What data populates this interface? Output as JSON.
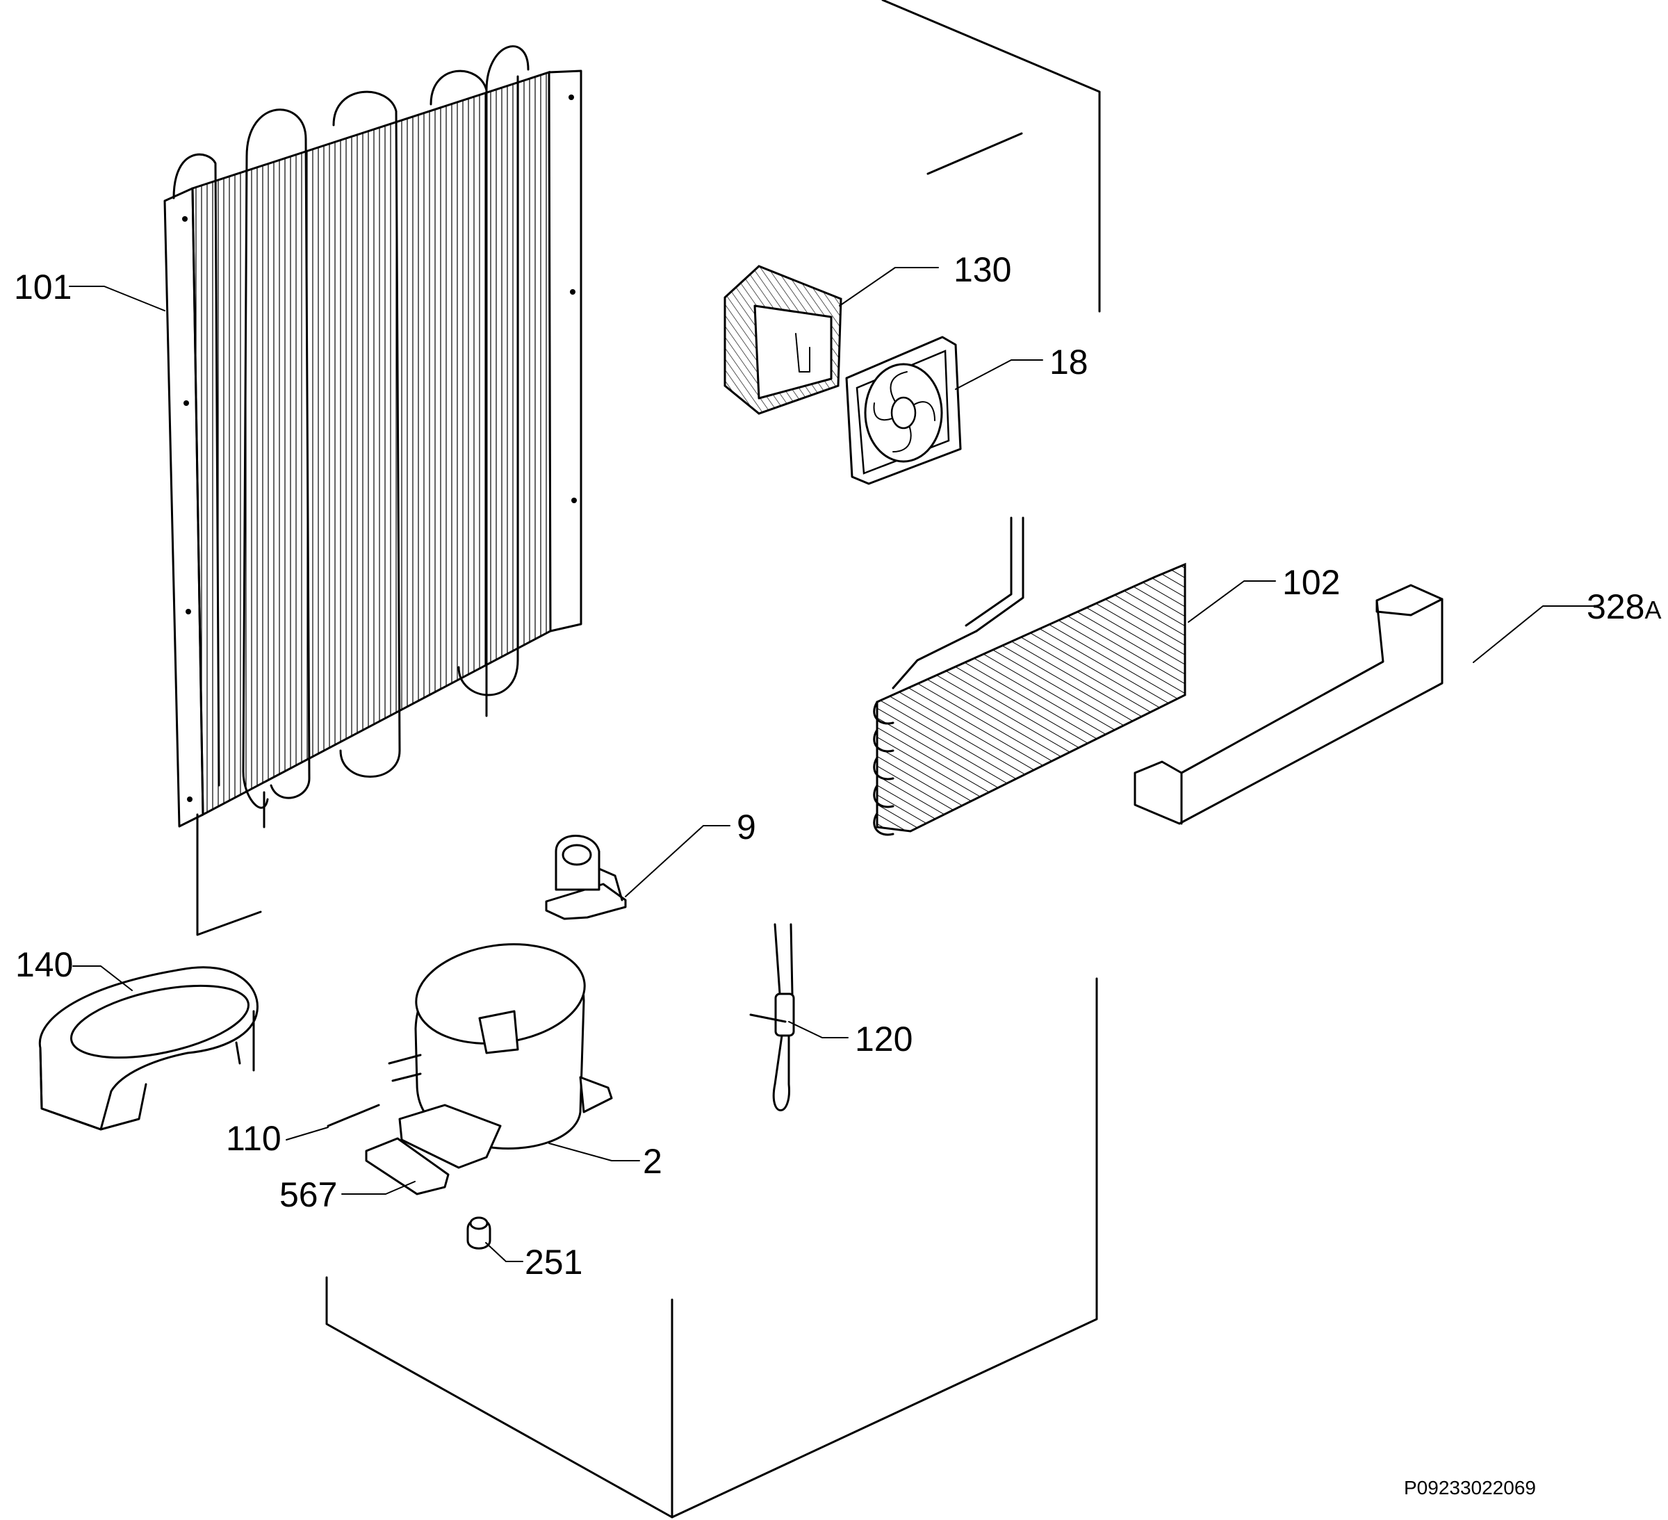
{
  "parts": [
    {
      "id": "101",
      "label": "101"
    },
    {
      "id": "130",
      "label": "130"
    },
    {
      "id": "18",
      "label": "18"
    },
    {
      "id": "102",
      "label": "102"
    },
    {
      "id": "328a",
      "label": "328",
      "suffix": "A"
    },
    {
      "id": "9",
      "label": "9"
    },
    {
      "id": "140",
      "label": "140"
    },
    {
      "id": "120",
      "label": "120"
    },
    {
      "id": "110",
      "label": "110"
    },
    {
      "id": "2",
      "label": "2"
    },
    {
      "id": "567",
      "label": "567"
    },
    {
      "id": "251",
      "label": "251"
    }
  ],
  "drawing_ref": "P09233022069"
}
